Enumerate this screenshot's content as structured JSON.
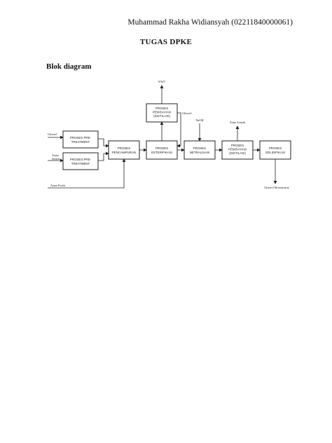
{
  "header": {
    "author": "Muhammad Rakha Widiansyah (02211840000061)",
    "title": "TUGAS DPKE",
    "section_heading": "Blok diagram"
  },
  "diagram": {
    "boxes": {
      "pretreat1": [
        "PROSES PRE-",
        "TREATMENT"
      ],
      "pretreat2": [
        "PROSES PRE-",
        "TREATMENT"
      ],
      "mixing": [
        "PROSES",
        "PENCAMPURAN"
      ],
      "esterif": [
        "PROSES",
        "ESTERIFIKASI"
      ],
      "separation1": [
        "PROSES",
        "PEMISAHAN",
        "(DISTILASI)"
      ],
      "neutral": [
        "PROSES",
        "NETRALISASI"
      ],
      "separation2": [
        "PROSES",
        "PEMISAHAN",
        "(DISTILASI)"
      ],
      "solid": [
        "PROSES",
        "SOLIDIFIKASI"
      ]
    },
    "labels": {
      "gliserol_in": "Gliserol",
      "asam_stearat": [
        "Asam",
        "Stearat"
      ],
      "asam_fosfat": "Asam Fosfat",
      "wwt": "WWT",
      "gliserol_recycle": "Gliserol",
      "naoh": "NaOH",
      "asam_lemak": "Asam Lemak",
      "product": "Gliserol Monostearat"
    }
  }
}
